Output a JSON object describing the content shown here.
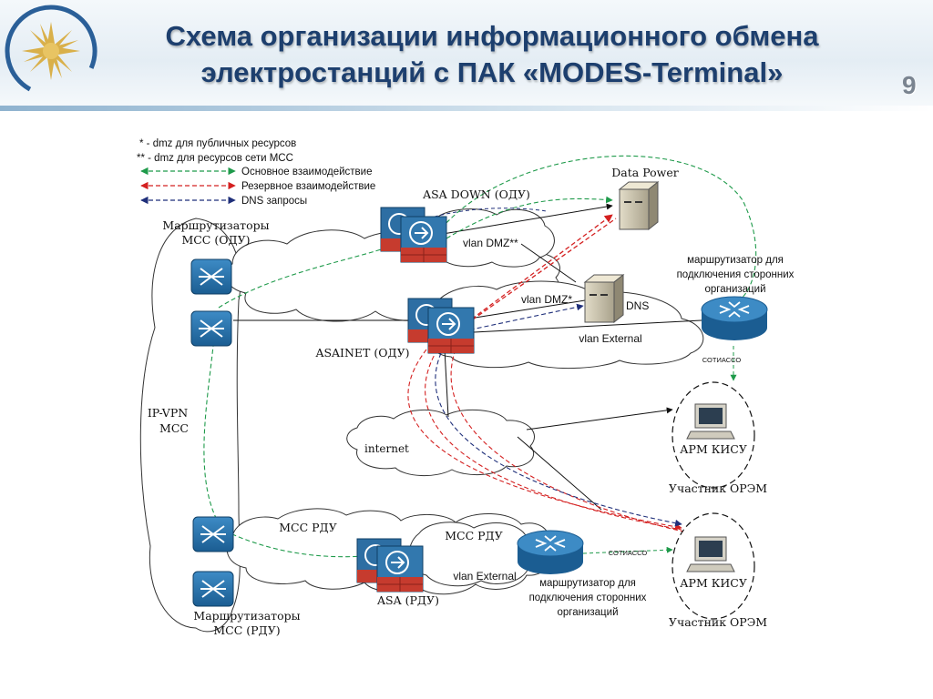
{
  "header": {
    "title_line1": "Схема организации информационного обмена",
    "title_line2": "электростанций с ПАК «MODES-Terminal»",
    "page_number": "9"
  },
  "legend": {
    "note1": "* - dmz для публичных ресурсов",
    "note2": "** - dmz для ресурсов сети МСС",
    "main_interaction": "Основное взаимодействие",
    "backup_interaction": "Резервное взаимодействие",
    "dns_queries": "DNS запросы"
  },
  "colors": {
    "main": "#1e9a4a",
    "backup": "#d42020",
    "dns": "#1f2f7a",
    "title": "#1d3f6e"
  },
  "nodes": {
    "routers_odu_line1": "Маршрутизаторы",
    "routers_odu_line2": "МСС (ОДУ)",
    "asa_down": "ASA DOWN (ОДУ)",
    "vlan_dmz2": "vlan DMZ**",
    "data_power": "Data Power",
    "vlan_dmz1": "vlan DMZ*",
    "dns": "DNS",
    "vlan_external_top": "vlan External",
    "router_ext_line1": "маршрутизатор для",
    "router_ext_line2": "подключения сторонних",
    "router_ext_line3": "организаций",
    "sotiasso_top": "СОТИАССО",
    "asainet": "ASAINET (ОДУ)",
    "ipvpn_line1": "IP-VPN",
    "ipvpn_line2": "МСС",
    "internet": "internet",
    "arm_kisu_top": "АРМ КИСУ",
    "participant_top": "Участник ОРЭМ",
    "mss_rdu_left": "МСС РДУ",
    "mss_rdu_right": "МСС РДУ",
    "sotiasso_bottom": "СОТИАССО",
    "vlan_external_bottom": "vlan External",
    "router_ext2_line1": "маршрутизатор для",
    "router_ext2_line2": "подключения сторонних",
    "router_ext2_line3": "организаций",
    "asa_rdu": "ASA (РДУ)",
    "arm_kisu_bottom": "АРМ КИСУ",
    "participant_bottom": "Участник ОРЭМ",
    "routers_rdu_line1": "Маршрутизаторы",
    "routers_rdu_line2": "МСС (РДУ)"
  }
}
